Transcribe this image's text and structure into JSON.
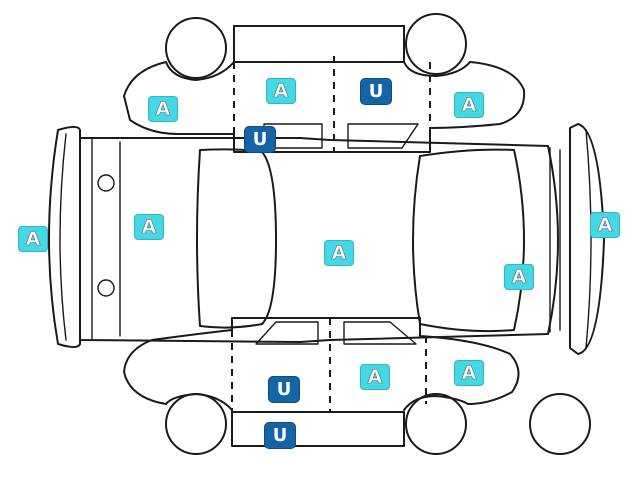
{
  "badges": [
    {
      "code": "A"
    },
    {
      "code": "U"
    },
    {
      "code": "A"
    },
    {
      "code": "A"
    },
    {
      "code": "U"
    },
    {
      "code": "A"
    },
    {
      "code": "A"
    },
    {
      "code": "A"
    },
    {
      "code": "A"
    },
    {
      "code": "A"
    },
    {
      "code": "U"
    },
    {
      "code": "A"
    },
    {
      "code": "A"
    },
    {
      "code": "U"
    }
  ],
  "colors": {
    "A_fill": "#46d7e4",
    "U_fill": "#1565a6",
    "outline": "#1a1a1a"
  }
}
